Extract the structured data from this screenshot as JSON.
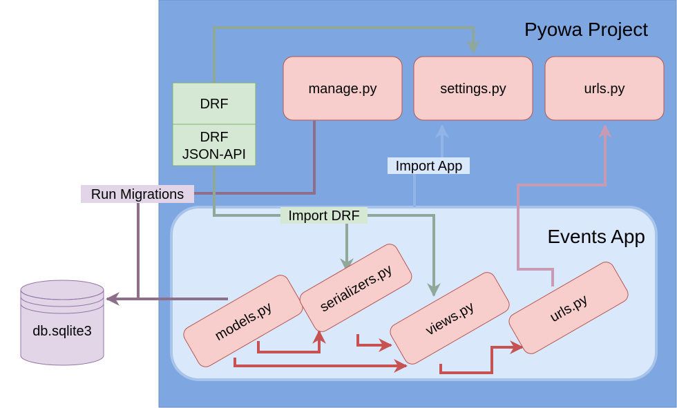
{
  "diagram": {
    "project": {
      "title": "Pyowa Project",
      "files": {
        "manage": "manage.py",
        "settings": "settings.py",
        "urls": "urls.py"
      }
    },
    "app": {
      "title": "Events App",
      "files": {
        "models": "models.py",
        "serializers": "serializers.py",
        "views": "views.py",
        "urls": "urls.py"
      }
    },
    "drf_stack": {
      "top": "DRF",
      "bottom_line1": "DRF",
      "bottom_line2": "JSON-API"
    },
    "database": {
      "label": "db.sqlite3"
    },
    "edge_labels": {
      "run_migrations": "Run Migrations",
      "import_app": "Import App",
      "import_drf": "Import DRF"
    },
    "colors": {
      "project_fill": "#7EA6E0",
      "project_stroke": "#6C8EBF",
      "app_fill": "#DAE8FC",
      "app_stroke": "#7EA6E0",
      "file_fill": "#F8CECC",
      "file_stroke": "#B85450",
      "drf_fill": "#D5E8D4",
      "drf_stroke": "#82B366",
      "db_fill": "#E1D5E7",
      "db_stroke": "#9673A6",
      "migrations_edge": "#8E6F8A",
      "drf_edge": "#8FA89A",
      "import_app_edge": "#91B5E8",
      "urls_edge": "#C99AB4",
      "flow_edge": "#C75252"
    }
  }
}
